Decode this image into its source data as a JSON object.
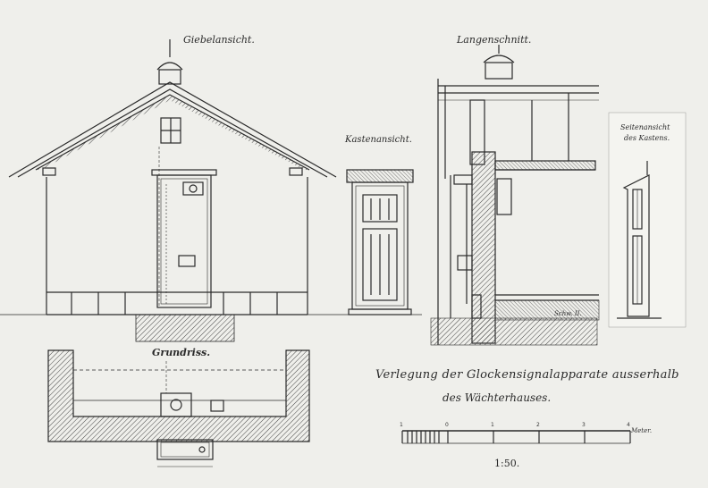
{
  "titles": {
    "gable_view": "Giebelansicht.",
    "longitudinal_section": "Langenschnitt.",
    "box_view": "Kastenansicht.",
    "side_view_line1": "Seitenansicht",
    "side_view_line2": "des Kastens.",
    "floor_plan": "Grundriss."
  },
  "caption": {
    "line1": "Verlegung der Glockensignalapparate ausserhalb",
    "line2": "des Wächterhauses."
  },
  "scale": {
    "label": "1:50.",
    "unit": "Meter.",
    "ticks": [
      "1",
      "0",
      "1",
      "2",
      "3",
      "4"
    ]
  },
  "annotations": {
    "schwelle": "Schw. II."
  },
  "colors": {
    "paper": "#efefeb",
    "ink": "#2a2a2a"
  }
}
